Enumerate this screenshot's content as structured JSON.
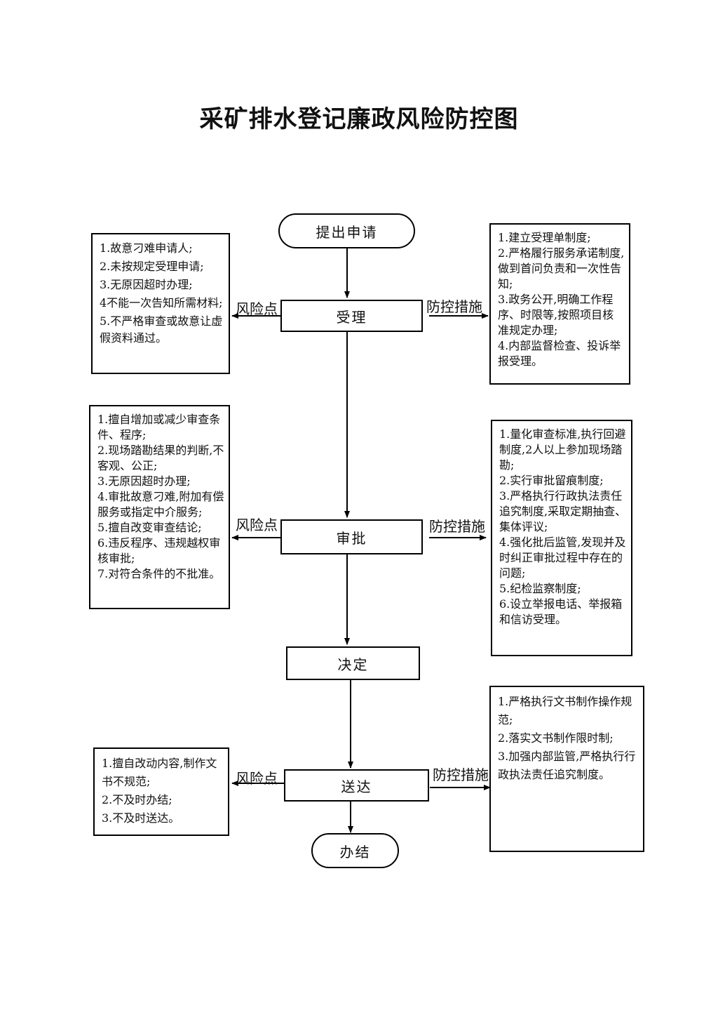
{
  "title": "采矿排水登记廉政风险防控图",
  "nodes": {
    "start": "提出申请",
    "receive": "受理",
    "approve": "审批",
    "decide": "决定",
    "deliver": "送达",
    "finish": "办结"
  },
  "labels": {
    "risk": "风险点",
    "control": "防控措施"
  },
  "risk_receive": [
    "1.故意刁难申请人;",
    "2.未按规定受理申请;",
    "3.无原因超时办理;",
    "4不能一次告知所需材料;",
    "5.不严格审查或故意让虚假资料通过。"
  ],
  "control_receive": [
    "1.建立受理单制度;",
    "2.严格履行服务承诺制度,做到首问负责和一次性告知;",
    "3.政务公开,明确工作程序、时限等,按照项目核准规定办理;",
    "4.内部监督检查、投诉举报受理。"
  ],
  "risk_approve": [
    "1.擅自增加或减少审查条件、程序;",
    "2.现场踏勘结果的判断,不客观、公正;",
    "3.无原因超时办理;",
    "4.审批故意刁难,附加有偿服务或指定中介服务;",
    "5.擅自改变审查结论;",
    "6.违反程序、违规越权审核审批;",
    "7.对符合条件的不批准。"
  ],
  "control_approve": [
    "1.量化审查标准,执行回避制度,2人以上参加现场踏勘;",
    "2.实行审批留痕制度;",
    "3.严格执行行政执法责任追究制度,采取定期抽查、集体评议;",
    "4.强化批后监管,发现并及时纠正审批过程中存在的问题;",
    "5.纪检监察制度;",
    "6.设立举报电话、举报箱和信访受理。"
  ],
  "risk_deliver": [
    "1.擅自改动内容,制作文书不规范;",
    "2.不及时办结;",
    "3.不及时送达。"
  ],
  "control_deliver": [
    "1.严格执行文书制作操作规范;",
    "2.落实文书制作限时制;",
    "3.加强内部监管,严格执行行政执法责任追究制度。"
  ]
}
